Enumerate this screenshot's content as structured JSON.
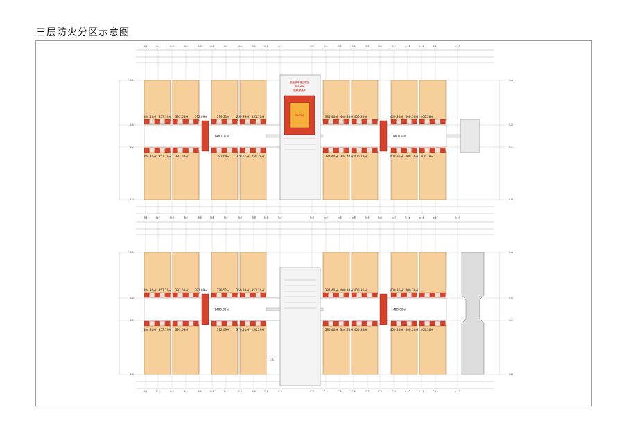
{
  "page": {
    "title": "三层防火分区示意图"
  },
  "colors": {
    "zone_fill": "#f6cf9a",
    "zone_stroke": "#b58a56",
    "stair_red": "#d8412a",
    "grid_line": "#bdbdbd",
    "frame": "#9a9a9a"
  },
  "plans": [
    {
      "name": "upper-plan",
      "top_zone_areas": [
        "384.10㎡",
        "357.19㎡",
        "393.03㎡",
        "392.09㎡",
        "379.51㎡",
        "250.39㎡",
        "351.10㎡",
        "384.40㎡",
        "400.38㎡",
        "400.36㎡",
        "400.36㎡",
        "400.36㎡",
        "400.38㎡"
      ],
      "bottom_zone_areas": [
        "384.30㎡",
        "357.19㎡",
        "393.03㎡",
        "392.09㎡",
        "379.51㎡",
        "250.39㎡",
        "384.40㎡",
        "384.40㎡",
        "400.38㎡",
        "400.36㎡",
        "400.36㎡",
        "400.38㎡"
      ],
      "corridor_labels": [
        "1480.00㎡",
        "1480.00㎡"
      ],
      "center_notes": [
        "总面积不超过规范",
        "防火分区",
        "疏散距离≤"
      ],
      "center_area": "3000㎡"
    },
    {
      "name": "lower-plan",
      "top_zone_areas": [
        "384.30㎡",
        "357.19㎡",
        "393.03㎡",
        "392.09㎡",
        "379.51㎡",
        "250.39㎡",
        "351.10㎡",
        "384.40㎡",
        "400.38㎡",
        "400.36㎡",
        "400.36㎡",
        "400.38㎡"
      ],
      "bottom_zone_areas": [
        "384.30㎡",
        "357.19㎡",
        "393.03㎡",
        "392.09㎡",
        "379.51㎡",
        "250.39㎡",
        "384.40㎡",
        "384.40㎡",
        "400.38㎡",
        "400.36㎡",
        "400.36㎡",
        "400.38㎡"
      ],
      "corridor_labels": [
        "1480.00㎡",
        "1480.00㎡"
      ],
      "center_axis_label": "C-A"
    }
  ],
  "axis_labels": {
    "columns": [
      "B-1",
      "B-2",
      "B-3",
      "B-4",
      "B-5",
      "B-6",
      "B-7",
      "B-8",
      "B-9",
      "C-1",
      "C-2",
      "C-3",
      "C-4",
      "C-5",
      "C-6",
      "C-7",
      "C-8",
      "C-9",
      "C-10",
      "C-11",
      "C-12",
      "C-13"
    ],
    "rows_upper": [
      "B-A",
      "B-B",
      "B-C",
      "B-D"
    ],
    "rows_lower": [
      "B-A",
      "B-B",
      "B-C",
      "B-D"
    ]
  }
}
